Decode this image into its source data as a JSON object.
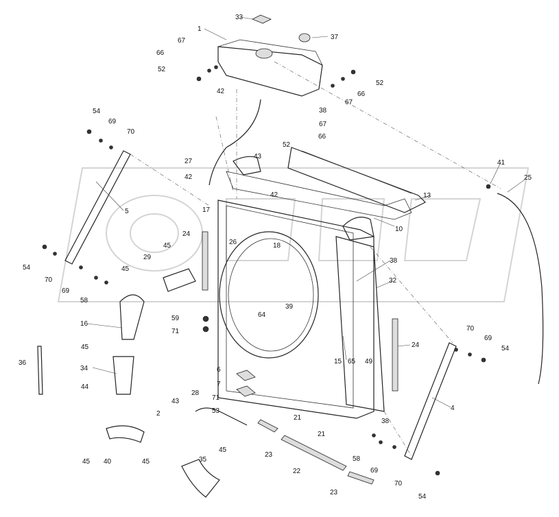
{
  "labels": {
    "l1": "1",
    "l2": "2",
    "l4": "4",
    "l5": "5",
    "l6": "6",
    "l7": "7",
    "l10": "10",
    "l13": "13",
    "l15": "15",
    "l16": "16",
    "l17": "17",
    "l18": "18",
    "l21a": "21",
    "l21b": "21",
    "l22": "22",
    "l23a": "23",
    "l23b": "23",
    "l24a": "24",
    "l24b": "24",
    "l25": "25",
    "l26": "26",
    "l27": "27",
    "l28": "28",
    "l29": "29",
    "l32": "32",
    "l33": "33",
    "l34": "34",
    "l35": "35",
    "l36": "36",
    "l37": "37",
    "l38a": "38",
    "l38b": "38",
    "l38c": "38",
    "l39": "39",
    "l40": "40",
    "l41": "41",
    "l42a": "42",
    "l42b": "42",
    "l42c": "42",
    "l43a": "43",
    "l43b": "43",
    "l44": "44",
    "l45a": "45",
    "l45b": "45",
    "l45c": "45",
    "l45d": "45",
    "l45e": "45",
    "l45f": "45",
    "l49": "49",
    "l52a": "52",
    "l52b": "52",
    "l52c": "52",
    "l53": "53",
    "l54a": "54",
    "l54b": "54",
    "l54c": "54",
    "l54d": "54",
    "l58a": "58",
    "l58b": "58",
    "l59": "59",
    "l64": "64",
    "l65": "65",
    "l66a": "66",
    "l66b": "66",
    "l66c": "66",
    "l67a": "67",
    "l67b": "67",
    "l67c": "67",
    "l69a": "69",
    "l69b": "69",
    "l69c": "69",
    "l69d": "69",
    "l70a": "70",
    "l70b": "70",
    "l70c": "70",
    "l70d": "70",
    "l71a": "71",
    "l71b": "71"
  },
  "watermark_text": "OPEX"
}
